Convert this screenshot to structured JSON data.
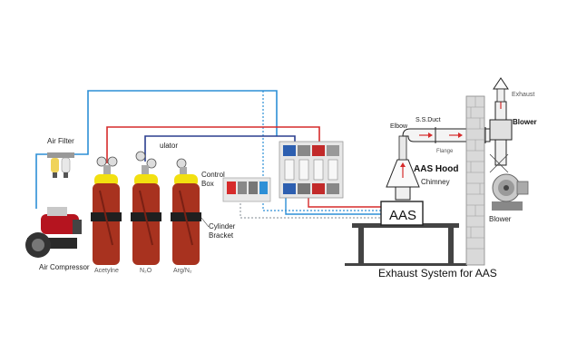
{
  "labels": {
    "air_filter": "Air Filter",
    "air_compressor": "Air Compressor",
    "regulator": "ulator",
    "control_box_1": "Control",
    "control_box_2": "Box",
    "cylinder_bracket_1": "Cylinder",
    "cylinder_bracket_2": "Bracket",
    "cylinder_1": "Acetylne",
    "cylinder_2": "N₂O",
    "cylinder_3": "Arg/N₂",
    "elbow": "Elbow",
    "ss_duct": "S.S.Duct",
    "flange": "Flange",
    "exhaust": "Exhaust",
    "blower_top": "Blower",
    "aas_hood": "AAS Hood",
    "chimney": "Chimney",
    "aas": "AAS",
    "blower": "Blower",
    "title": "Exhaust System for AAS"
  },
  "colors": {
    "cylinder_body": "#a8321f",
    "cylinder_cap": "#f2e010",
    "line_blue": "#2d8fd6",
    "line_red": "#d62b2b",
    "line_navy": "#2b3f8f",
    "brick": "#cfcfcf",
    "compressor": "#b5141f"
  },
  "icons": {
    "compressor": "air-compressor-icon",
    "filter": "air-filter-icon",
    "blower": "blower-fan-icon",
    "hood": "fume-hood-icon"
  }
}
